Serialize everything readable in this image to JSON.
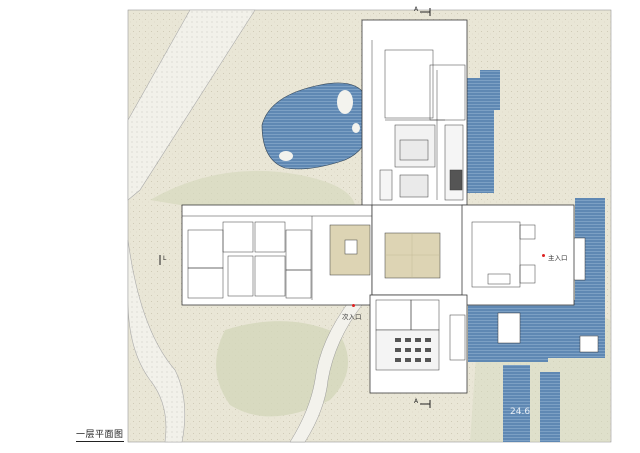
{
  "drawing_title": "一层平面图",
  "labels": {
    "main_entrance": "主入口",
    "secondary_entrance": "次入口",
    "elevation_mark": "24.6",
    "section_mark_top": "A",
    "section_mark_bottom": "A",
    "axis_mark_left": "L"
  },
  "colors": {
    "landscape": "#e8e4d2",
    "water": "#3f6e9f",
    "deck": "#5f88b3",
    "building": "#ffffff",
    "courtyard": "#ddd4b4",
    "lines": "#3a3a3a"
  }
}
